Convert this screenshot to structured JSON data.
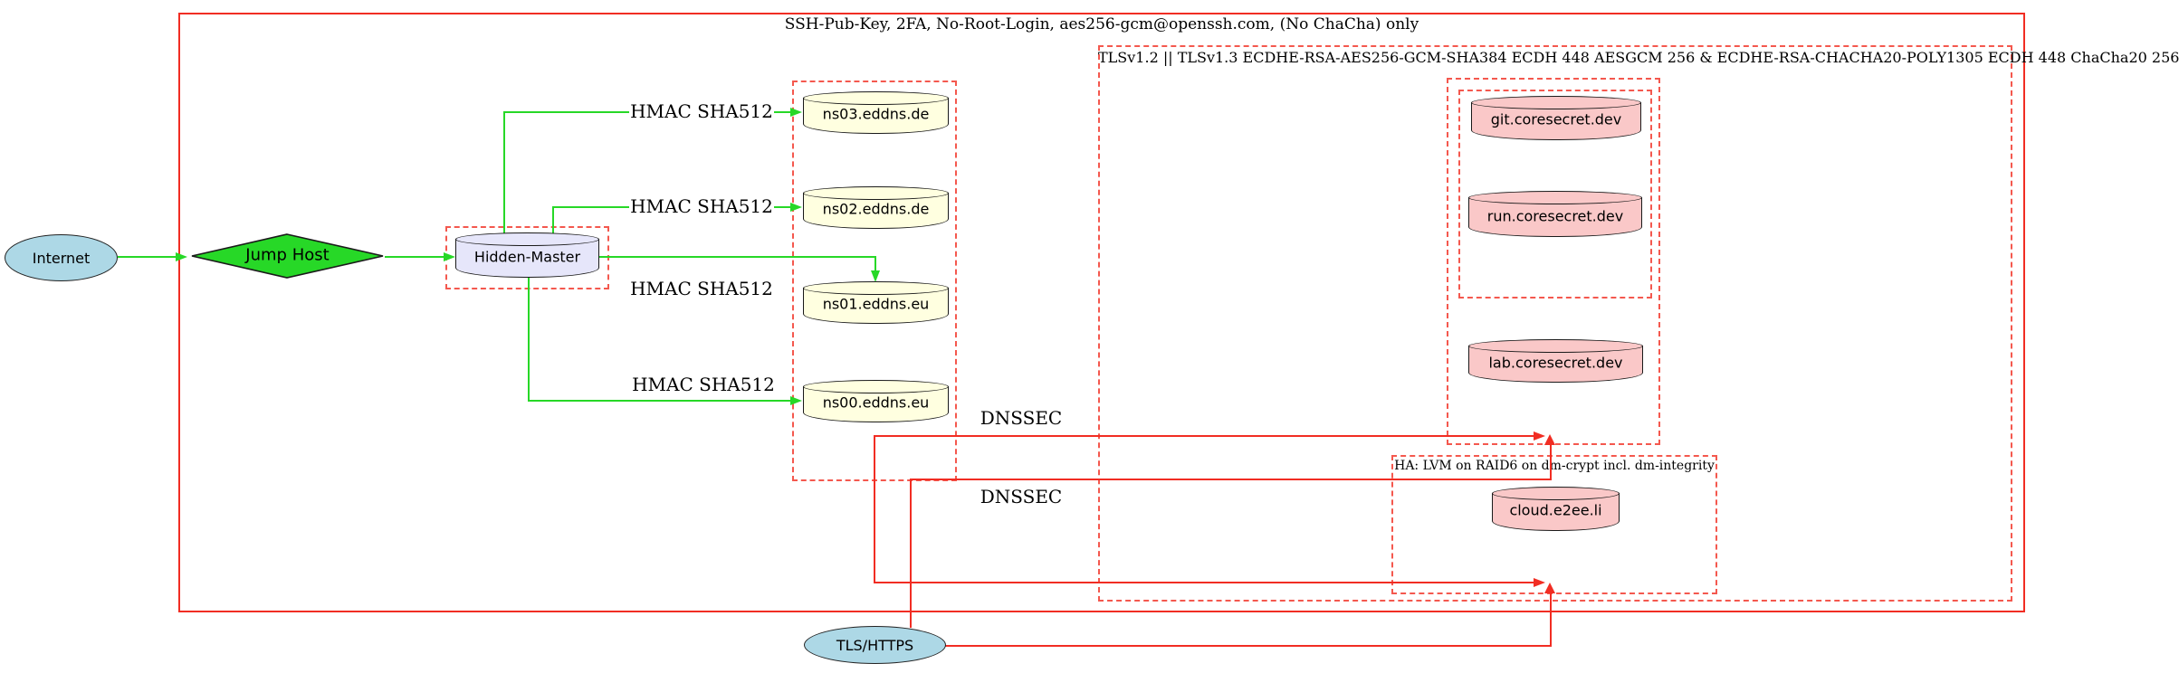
{
  "colors": {
    "red-solid": "#f12d23",
    "red-dash": "#f4584e",
    "green": "#27d827",
    "node-blue": "#add8e6",
    "node-yellow": "#ffffe0",
    "node-lavender": "#e6e6fa",
    "node-pink": "#fac8c8"
  },
  "clusters": {
    "ssh_label": "SSH-Pub-Key, 2FA, No-Root-Login, aes256-gcm@openssh.com, (No ChaCha) only",
    "tls_label": "TLSv1.2 || TLSv1.3 ECDHE-RSA-AES256-GCM-SHA384 ECDH 448 AESGCM 256 & ECDHE-RSA-CHACHA20-POLY1305 ECDH 448 ChaCha20 256",
    "ha_label": "HA: LVM on RAID6 on dm-crypt incl. dm-integrity"
  },
  "nodes": {
    "internet": "Internet",
    "jump_host": "Jump Host",
    "hidden_master": "Hidden-Master",
    "ns03": "ns03.eddns.de",
    "ns02": "ns02.eddns.de",
    "ns01": "ns01.eddns.eu",
    "ns00": "ns00.eddns.eu",
    "git": "git.coresecret.dev",
    "run": "run.coresecret.dev",
    "lab": "lab.coresecret.dev",
    "cloud": "cloud.e2ee.li",
    "tls_https": "TLS/HTTPS"
  },
  "edges": {
    "hmac_ns03": "HMAC SHA512",
    "hmac_ns02": "HMAC SHA512",
    "hmac_ns01": "HMAC SHA512",
    "hmac_ns00": "HMAC SHA512",
    "dnssec_top": "DNSSEC",
    "dnssec_bottom": "DNSSEC"
  }
}
